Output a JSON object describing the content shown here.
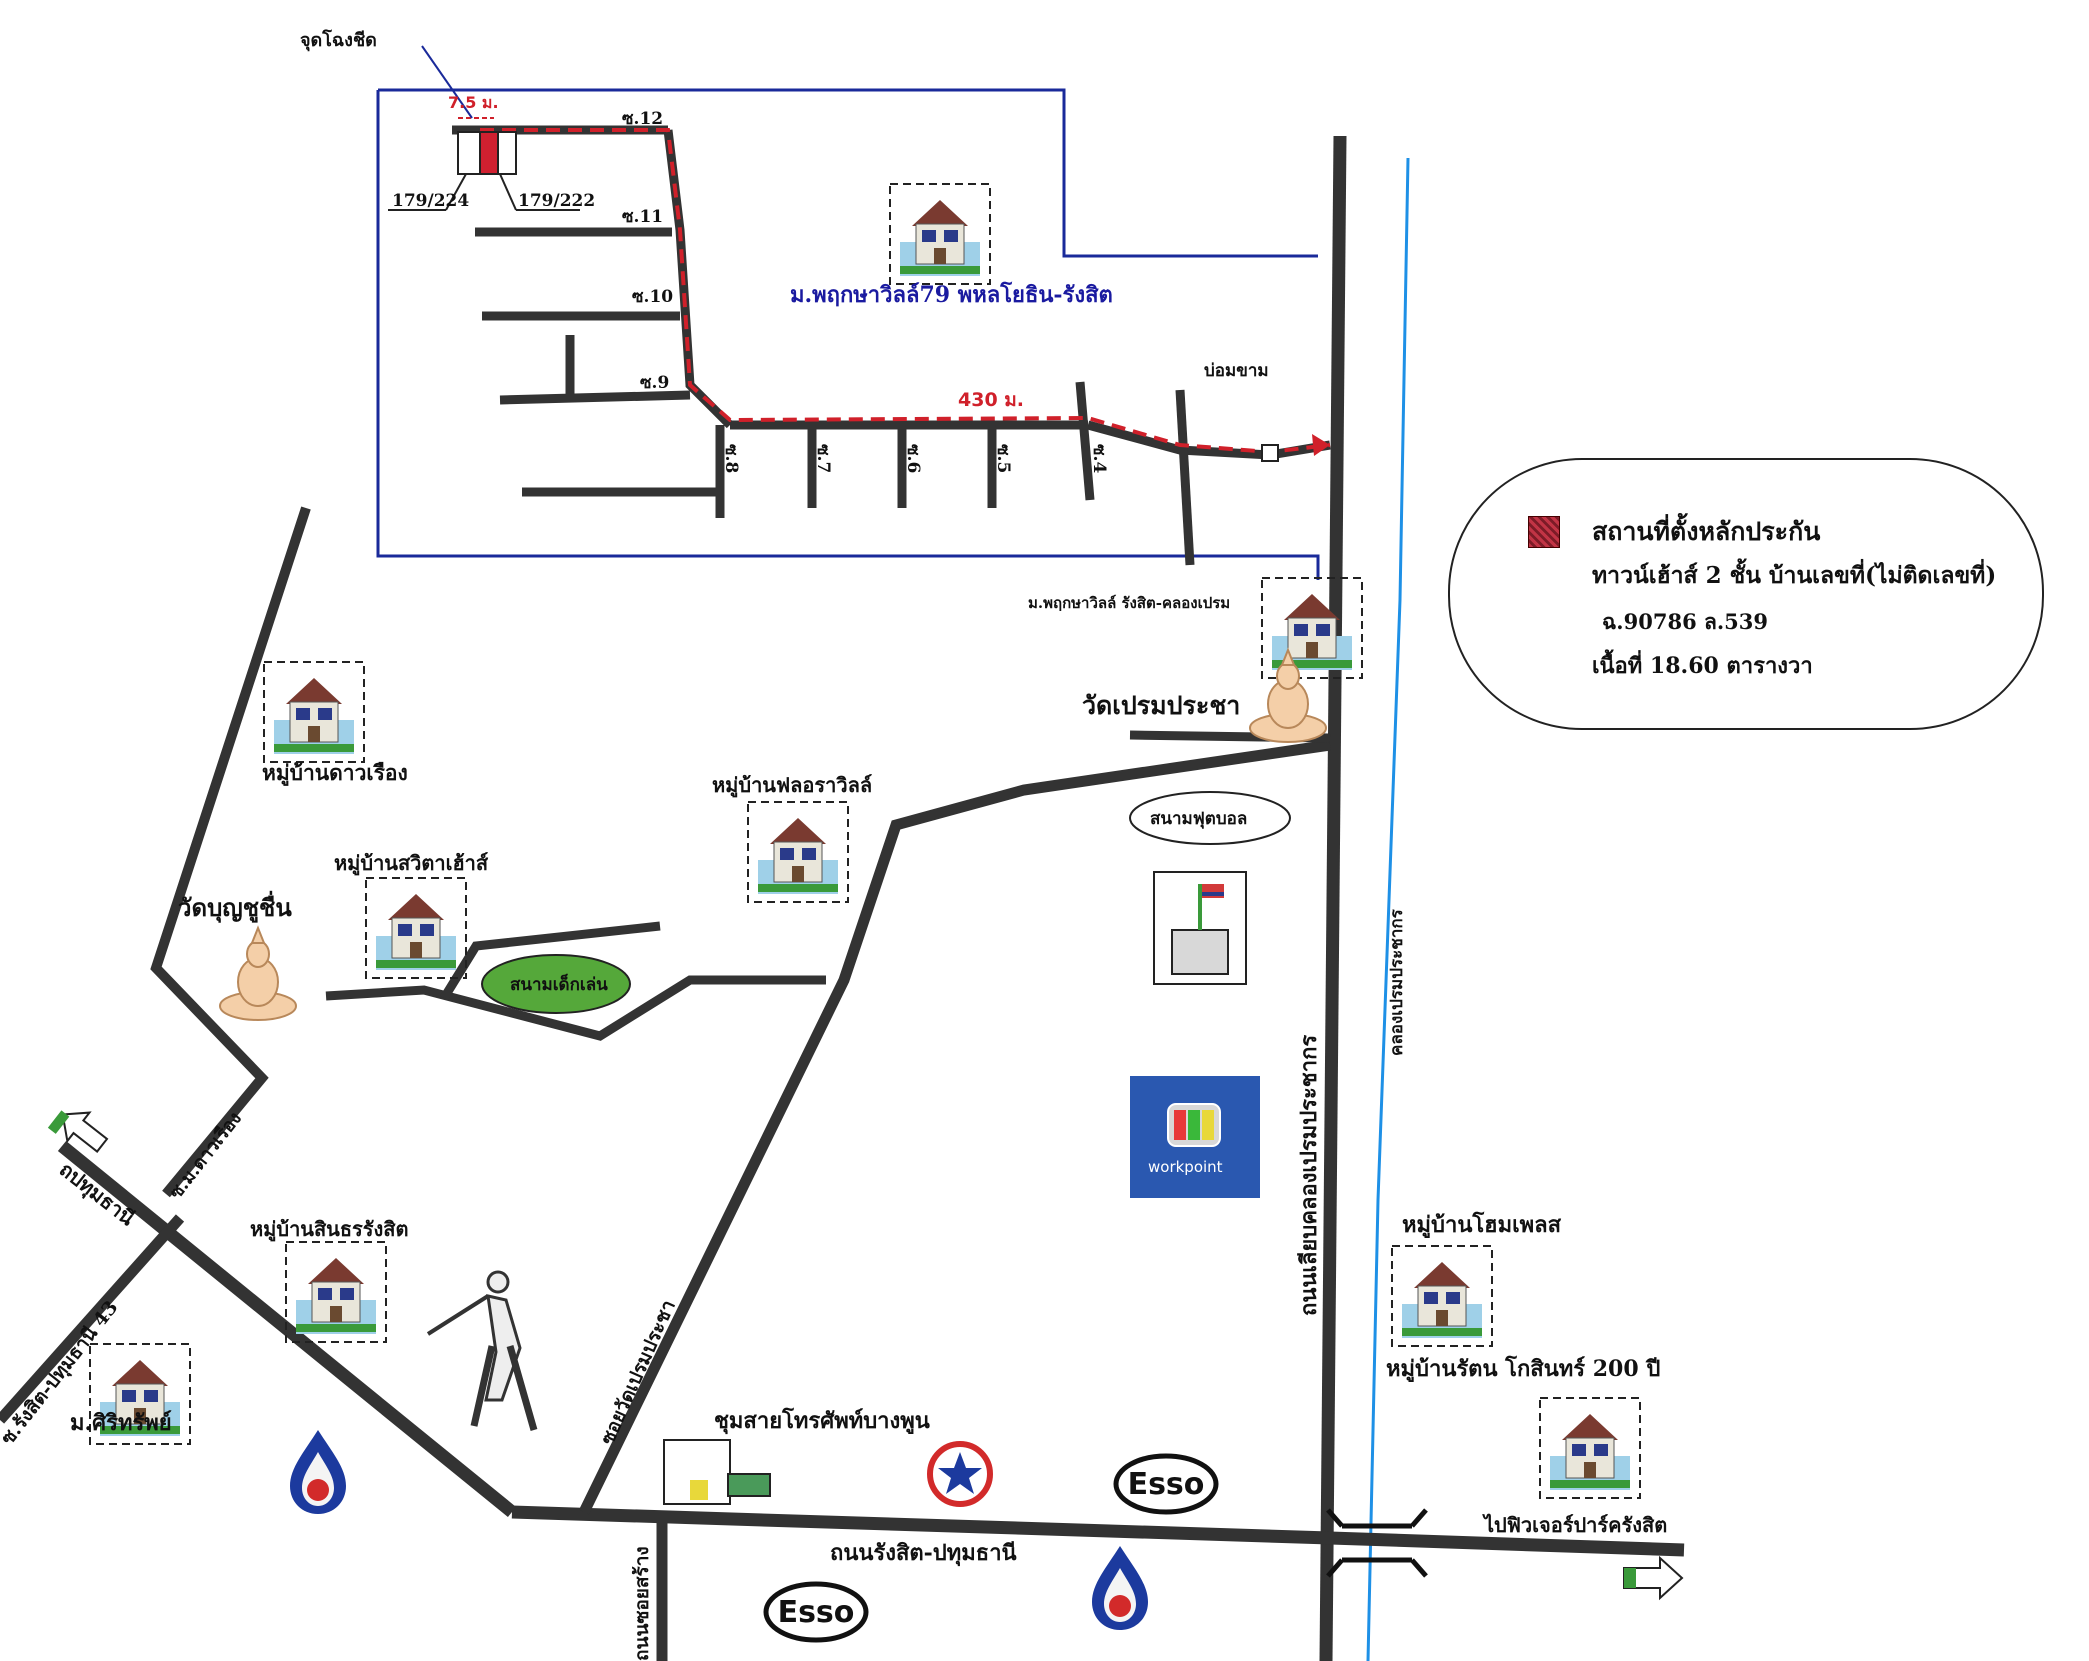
{
  "legend": {
    "title": "สถานที่ตั้งหลักประกัน",
    "line2": "ทาวน์เฮ้าส์ 2 ชั้น บ้านเลขที่(ไม่ติดเลขที่)",
    "line3": "ฉ.90786 ล.539",
    "line4": "เนื้อที่ 18.60 ตารางวา",
    "swatch_color": "#b02a3a"
  },
  "inset": {
    "plot_label": "จุดโฉงชีด",
    "width_label": "7.5 ม.",
    "house_left": "179/224",
    "house_right": "179/222",
    "distance_label": "430 ม.",
    "pond_label": "บ่อมขาม",
    "village_label": "ม.พฤกษาวิลล์79 พหลโยธิน-รังสิต",
    "soi": [
      "ซ.12",
      "ซ.11",
      "ซ.10",
      "ซ.9",
      "ซ.8",
      "ซ.7",
      "ซ.6",
      "ซ.5",
      "ซ.4"
    ]
  },
  "places": {
    "pruksa_klongprem": "ม.พฤกษาวิลล์ รังสิต-คลองเปรม",
    "wat_prem_pracha": "วัดเปรมประชา",
    "dao_rueang": "หมู่บ้านดาวเรือง",
    "flora_ville": "หมู่บ้านฟลอราวิลล์",
    "sawitan": "หมู่บ้านสวิตาเฮ้าส์",
    "wat_bun": "วัดบุญชูชื่น",
    "playground": "สนามเด็กเล่น",
    "football": "สนามฟุตบอล",
    "workpoint": "workpoint",
    "sinthorn": "หมู่บ้านสินธรรังสิต",
    "siri": "ม.ศิริทรัพย์",
    "home_place": "หมู่บ้านโฮมเพลส",
    "rattana": "หมู่บ้านรัตน โกสินทร์ 200 ปี",
    "exchange": "ชุมสายโทรศัพท์บางพูน",
    "future_park": "ไปฟิวเจอร์ปาร์ครังสิต",
    "to_pathum": "ถปทุมธานี",
    "soi_dao": "ซ.ม.ดาวเรือง",
    "rangsit_pathum_43": "ซ.รังสิต-ปทุมธานี 43",
    "soi_wat_prem": "ซอยวัดเปรมประชา",
    "rd_rangsit_pathum": "ถนนรังสิต-ปทุมธานี",
    "rd_khao_tang": "ถนนซอยสร้าง",
    "rd_klong_prem": "ถนนเลียบคลองเปรมประชากร",
    "canal": "คลองเปรมประชากร",
    "esso": "Esso"
  },
  "colors": {
    "road": "#333333",
    "route": "#d0202a",
    "inset_border": "#1a2a9a",
    "canal": "#1e90e6",
    "playground_fill": "#55a83a",
    "workpoint_bg": "#2a58b0"
  }
}
